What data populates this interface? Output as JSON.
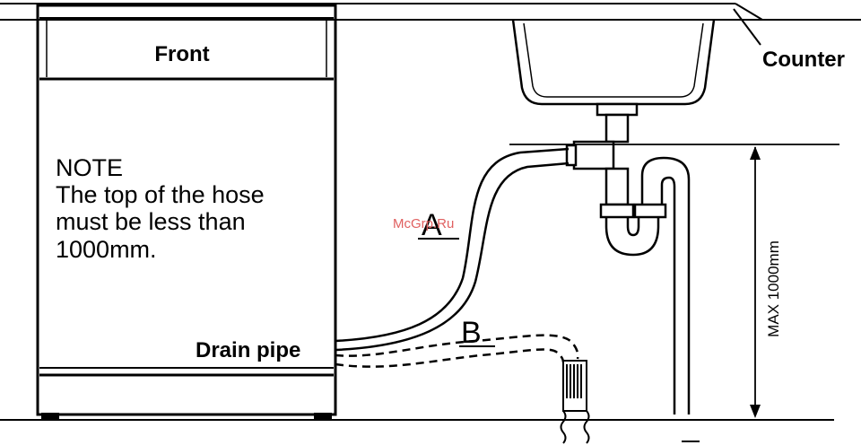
{
  "labels": {
    "front": "Front",
    "note_line1": "NOTE",
    "note_line2": "The top of the hose",
    "note_line3": "must be less than",
    "note_line4": "1000mm.",
    "drain_pipe": "Drain pipe",
    "counter": "Counter",
    "hose_a": "A",
    "hose_b": "B",
    "max_height": "MAX 1000mm",
    "watermark": "McGrp.Ru"
  },
  "colors": {
    "line": "#000000",
    "watermark": "#e06060"
  }
}
